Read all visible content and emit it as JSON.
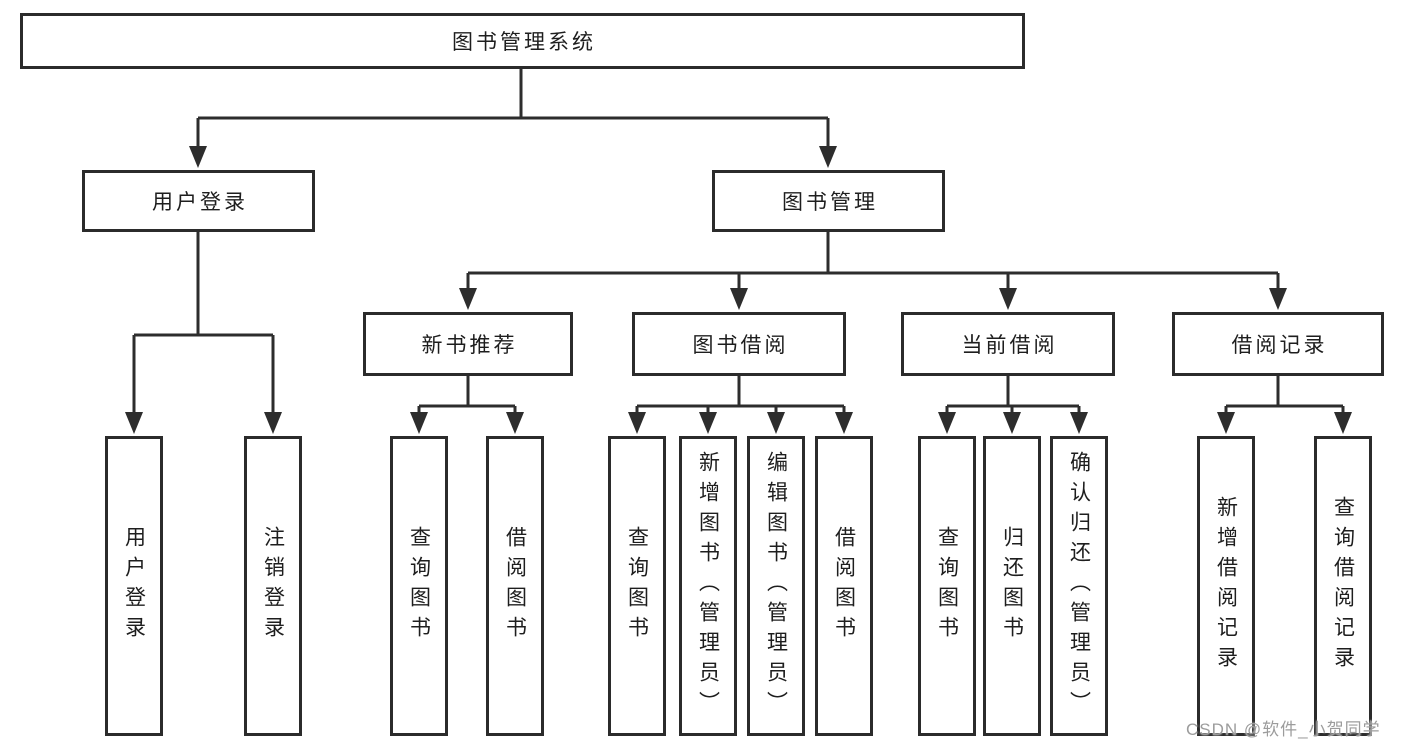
{
  "nodes": {
    "root": "图书管理系统",
    "user_login": "用户登录",
    "book_management": "图书管理",
    "new_book_recommend": "新书推荐",
    "book_borrow": "图书借阅",
    "current_borrow": "当前借阅",
    "borrow_records": "借阅记录",
    "leaves": {
      "user_login": [
        "用户登录",
        "注销登录"
      ],
      "new_book_recommend": [
        "查询图书",
        "借阅图书"
      ],
      "book_borrow": [
        "查询图书",
        "新增图书（管理员）",
        "编辑图书（管理员）",
        "借阅图书"
      ],
      "current_borrow": [
        "查询图书",
        "归还图书",
        "确认归还（管理员）"
      ],
      "borrow_records": [
        "新增借阅记录",
        "查询借阅记录"
      ]
    }
  },
  "watermark": "CSDN @软件_小贺同学",
  "colors": {
    "line": "#2d2d2d",
    "box_border": "#2b2b2b",
    "text": "#1e1e1e",
    "watermark": "#9c9c9c",
    "background": "#ffffff"
  }
}
